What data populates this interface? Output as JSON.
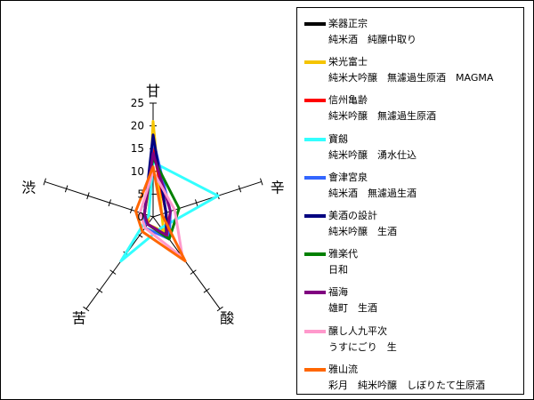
{
  "chart_data": {
    "type": "radar",
    "axes": [
      "甘",
      "辛",
      "酸",
      "苦",
      "渋"
    ],
    "rlim": [
      0,
      25
    ],
    "ticks": [
      "0",
      "5",
      "10",
      "15",
      "20",
      "25"
    ],
    "grid": false,
    "legend_position": "right",
    "series": [
      {
        "name": "楽器正宗",
        "subtitle": "純米酒　純醸中取り",
        "color": "#000000",
        "values": [
          16,
          3,
          5,
          2,
          2
        ]
      },
      {
        "name": "栄光富士",
        "subtitle": "純米大吟醸　無濾過生原酒　MAGMA",
        "color": "#f5c400",
        "values": [
          21,
          2,
          4,
          2,
          1
        ]
      },
      {
        "name": "信州亀齢",
        "subtitle": "純米吟醸　無濾過生原酒",
        "color": "#ff0000",
        "values": [
          15,
          3,
          6,
          2,
          2
        ]
      },
      {
        "name": "寶劔",
        "subtitle": "純米吟醸　湧水仕込",
        "color": "#33ffff",
        "values": [
          12,
          15,
          3,
          12,
          1
        ]
      },
      {
        "name": "會津宮泉",
        "subtitle": "純米酒　無濾過生酒",
        "color": "#3366ff",
        "values": [
          17,
          4,
          6,
          3,
          2
        ]
      },
      {
        "name": "美酒の設計",
        "subtitle": "純米吟醸　生酒",
        "color": "#000080",
        "values": [
          18,
          3,
          5,
          2,
          2
        ]
      },
      {
        "name": "雅楽代",
        "subtitle": "日和",
        "color": "#008000",
        "values": [
          13,
          6,
          6,
          2,
          2
        ]
      },
      {
        "name": "福海",
        "subtitle": "雄町　生酒",
        "color": "#800080",
        "values": [
          14,
          4,
          5,
          2,
          2
        ]
      },
      {
        "name": "醸し人九平次",
        "subtitle": "うすにごり　生",
        "color": "#ff99cc",
        "values": [
          10,
          5,
          11,
          3,
          3
        ]
      },
      {
        "name": "雅山流",
        "subtitle": "彩月　純米吟醸　しぼりたて生原酒",
        "color": "#ff6600",
        "values": [
          11,
          2,
          12,
          4,
          4
        ]
      }
    ]
  }
}
